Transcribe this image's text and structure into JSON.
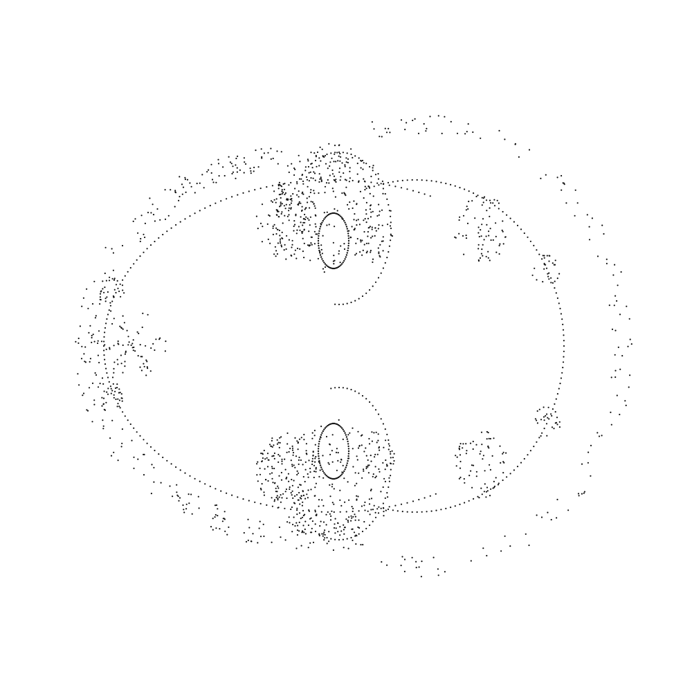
{
  "figure": {
    "style": "stippled dot drawing",
    "background_color": "#ffffff",
    "dot_color": "#111111",
    "elements": [
      "large-left-loop",
      "large-right-loop",
      "upper-small-loop",
      "lower-small-loop",
      "upper-dense-cluster",
      "lower-dense-cluster",
      "left-star-cluster",
      "upper-right-cluster",
      "lower-right-cluster",
      "outer-scattered-arc"
    ]
  }
}
